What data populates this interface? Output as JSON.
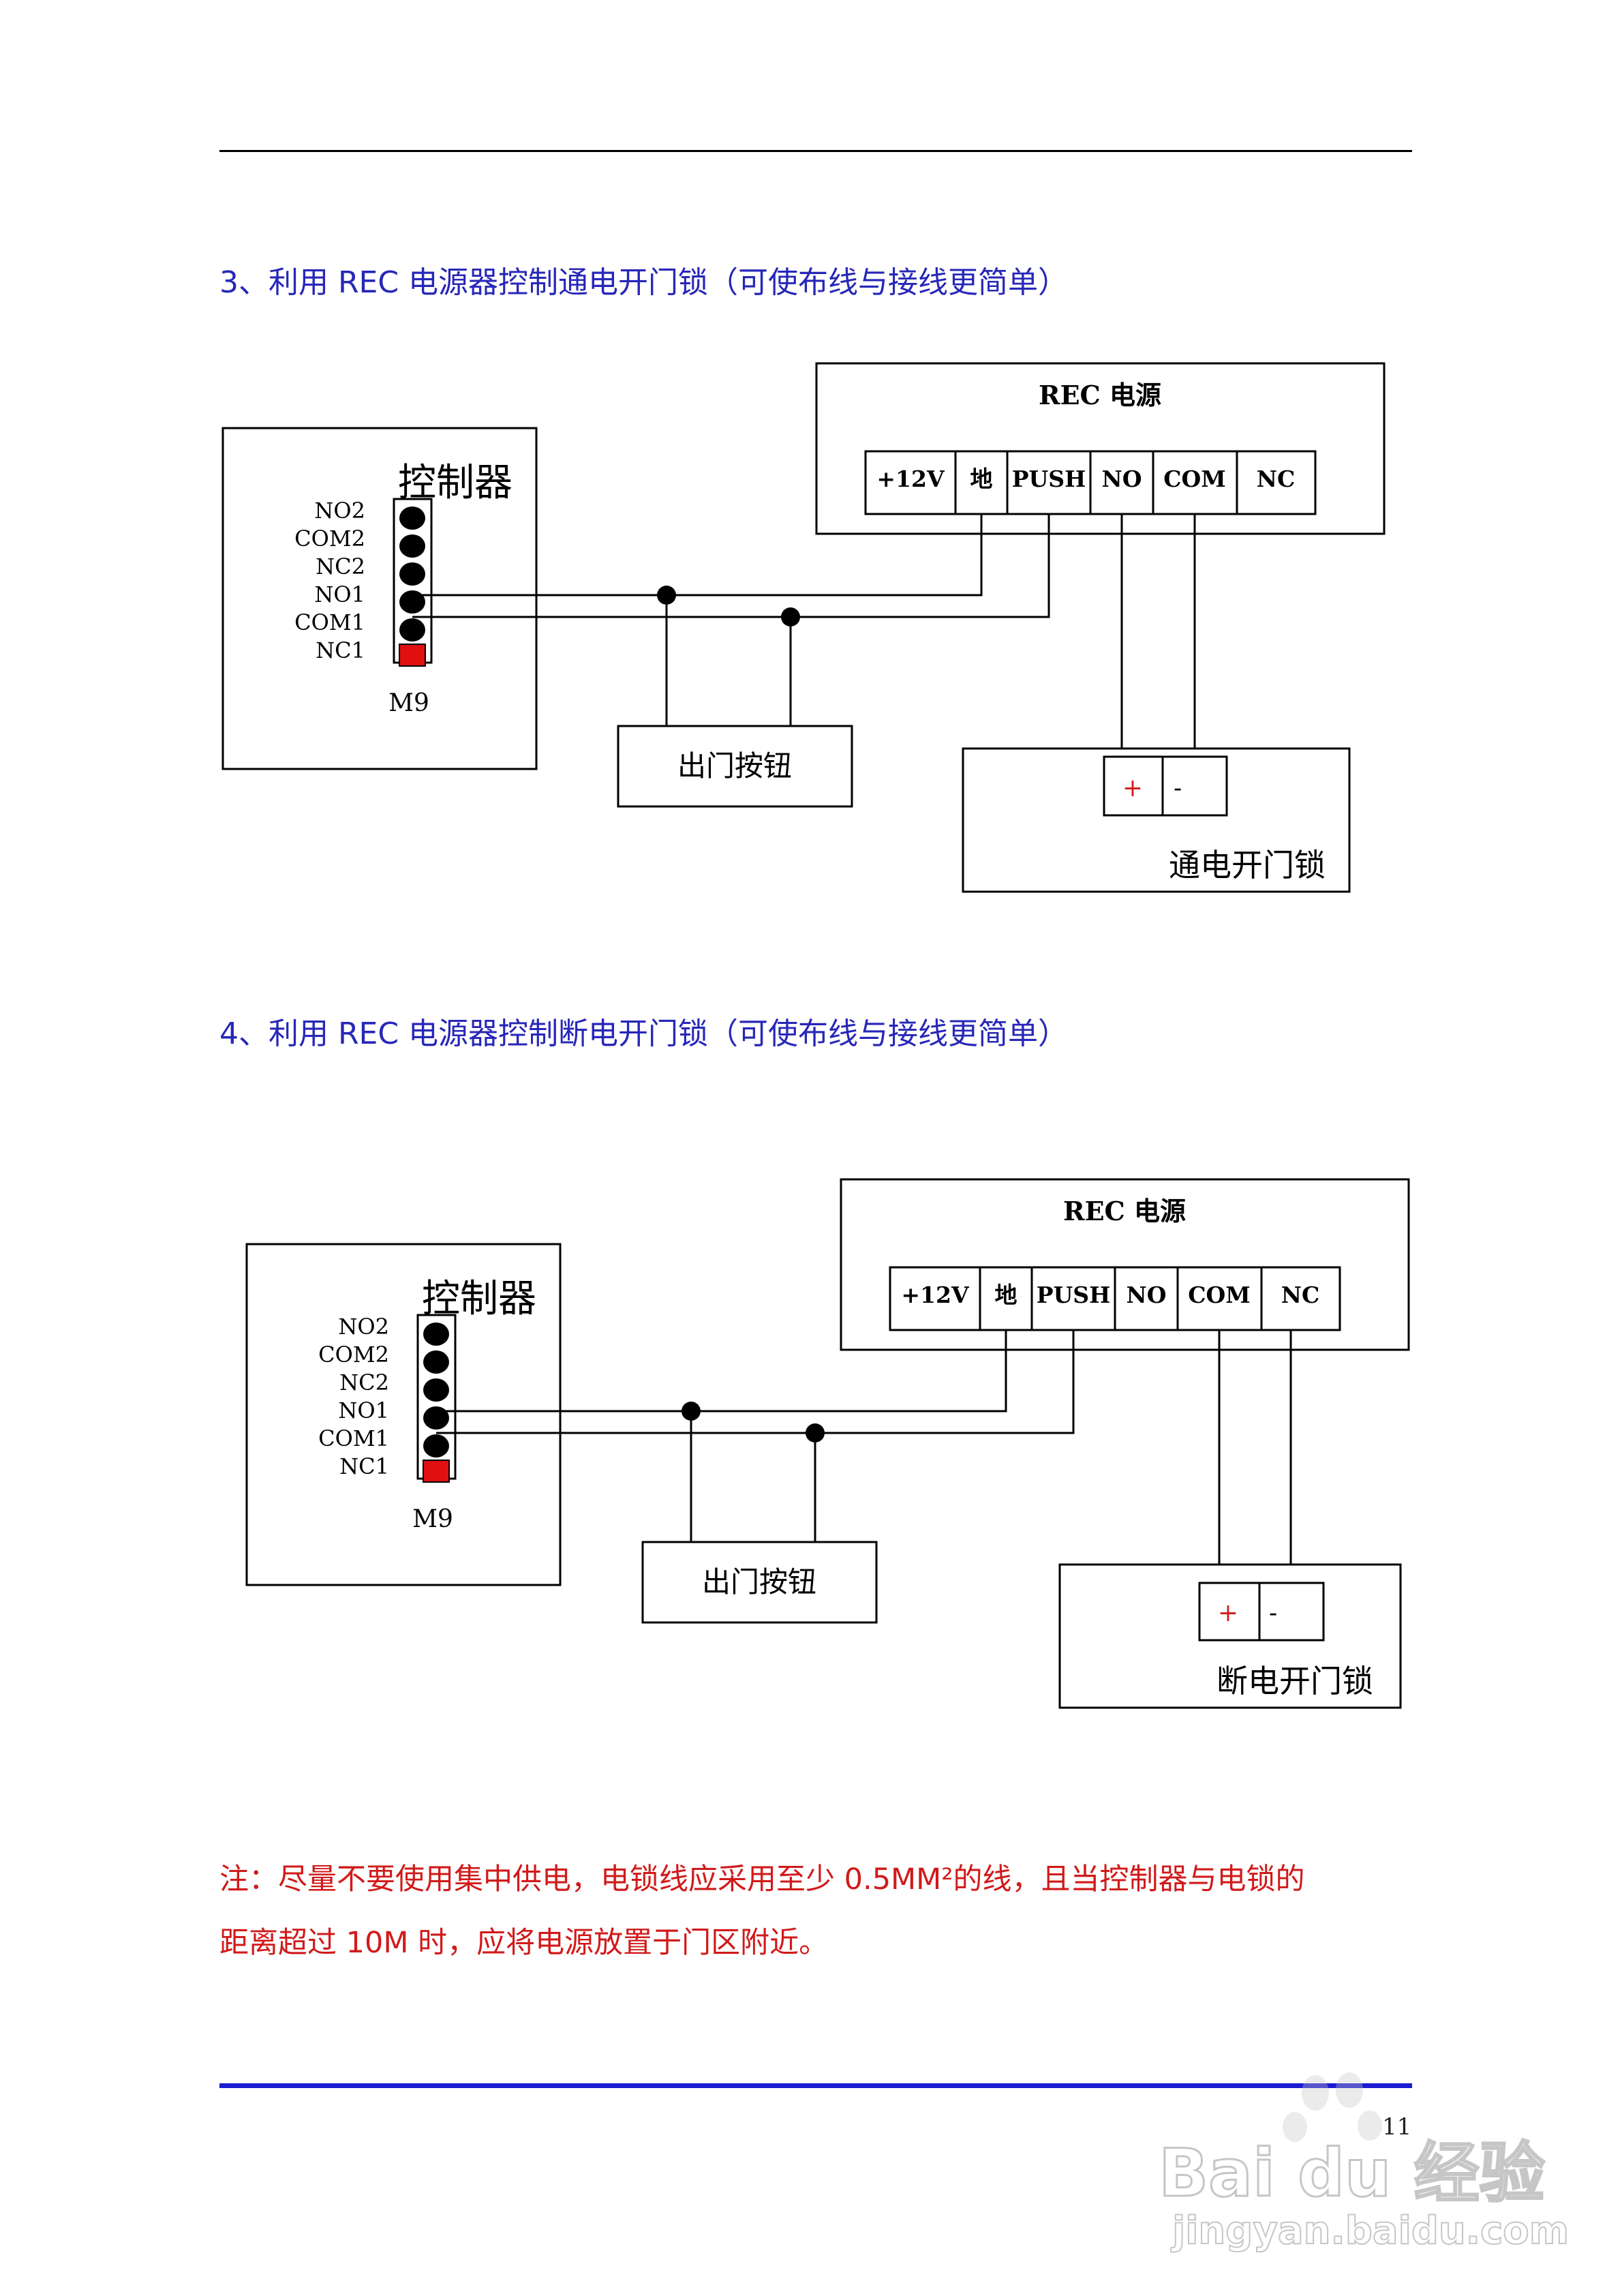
{
  "headings": {
    "section3": "3、利用 REC 电源器控制通电开门锁（可使布线与接线更简单）",
    "section4": "4、利用 REC 电源器控制断电开门锁（可使布线与接线更简单）"
  },
  "diagram3": {
    "power_title": "REC 电源",
    "terminals": [
      "+12V",
      "地",
      "PUSH",
      "NO",
      "COM",
      "NC"
    ],
    "controller_title": "控制器",
    "controller_pins": [
      "NO2",
      "COM2",
      "NC2",
      "NO1",
      "COM1",
      "NC1"
    ],
    "controller_model": "M9",
    "button_label": "出门按钮",
    "lock_label": "通电开门锁",
    "lock_plus": "+",
    "lock_minus": "-"
  },
  "diagram4": {
    "power_title": "REC 电源",
    "terminals": [
      "+12V",
      "地",
      "PUSH",
      "NO",
      "COM",
      "NC"
    ],
    "controller_title": "控制器",
    "controller_pins": [
      "NO2",
      "COM2",
      "NC2",
      "NO1",
      "COM1",
      "NC1"
    ],
    "controller_model": "M9",
    "button_label": "出门按钮",
    "lock_label": "断电开门锁",
    "lock_plus": "+",
    "lock_minus": "-"
  },
  "note": {
    "line1": "注：尽量不要使用集中供电，电锁线应采用至少 0.5MM²的线，且当控制器与电锁的",
    "line2": "距离超过 10M 时，应将电源放置于门区附近。"
  },
  "page_number": "11",
  "watermark": {
    "brand": "Bai du 经验",
    "url": "jingyan.baidu.com"
  },
  "colors": {
    "heading": "#2727b8",
    "note": "#d11a1a",
    "rule_bottom": "#1b1bd0",
    "pin_red": "#e01010"
  }
}
